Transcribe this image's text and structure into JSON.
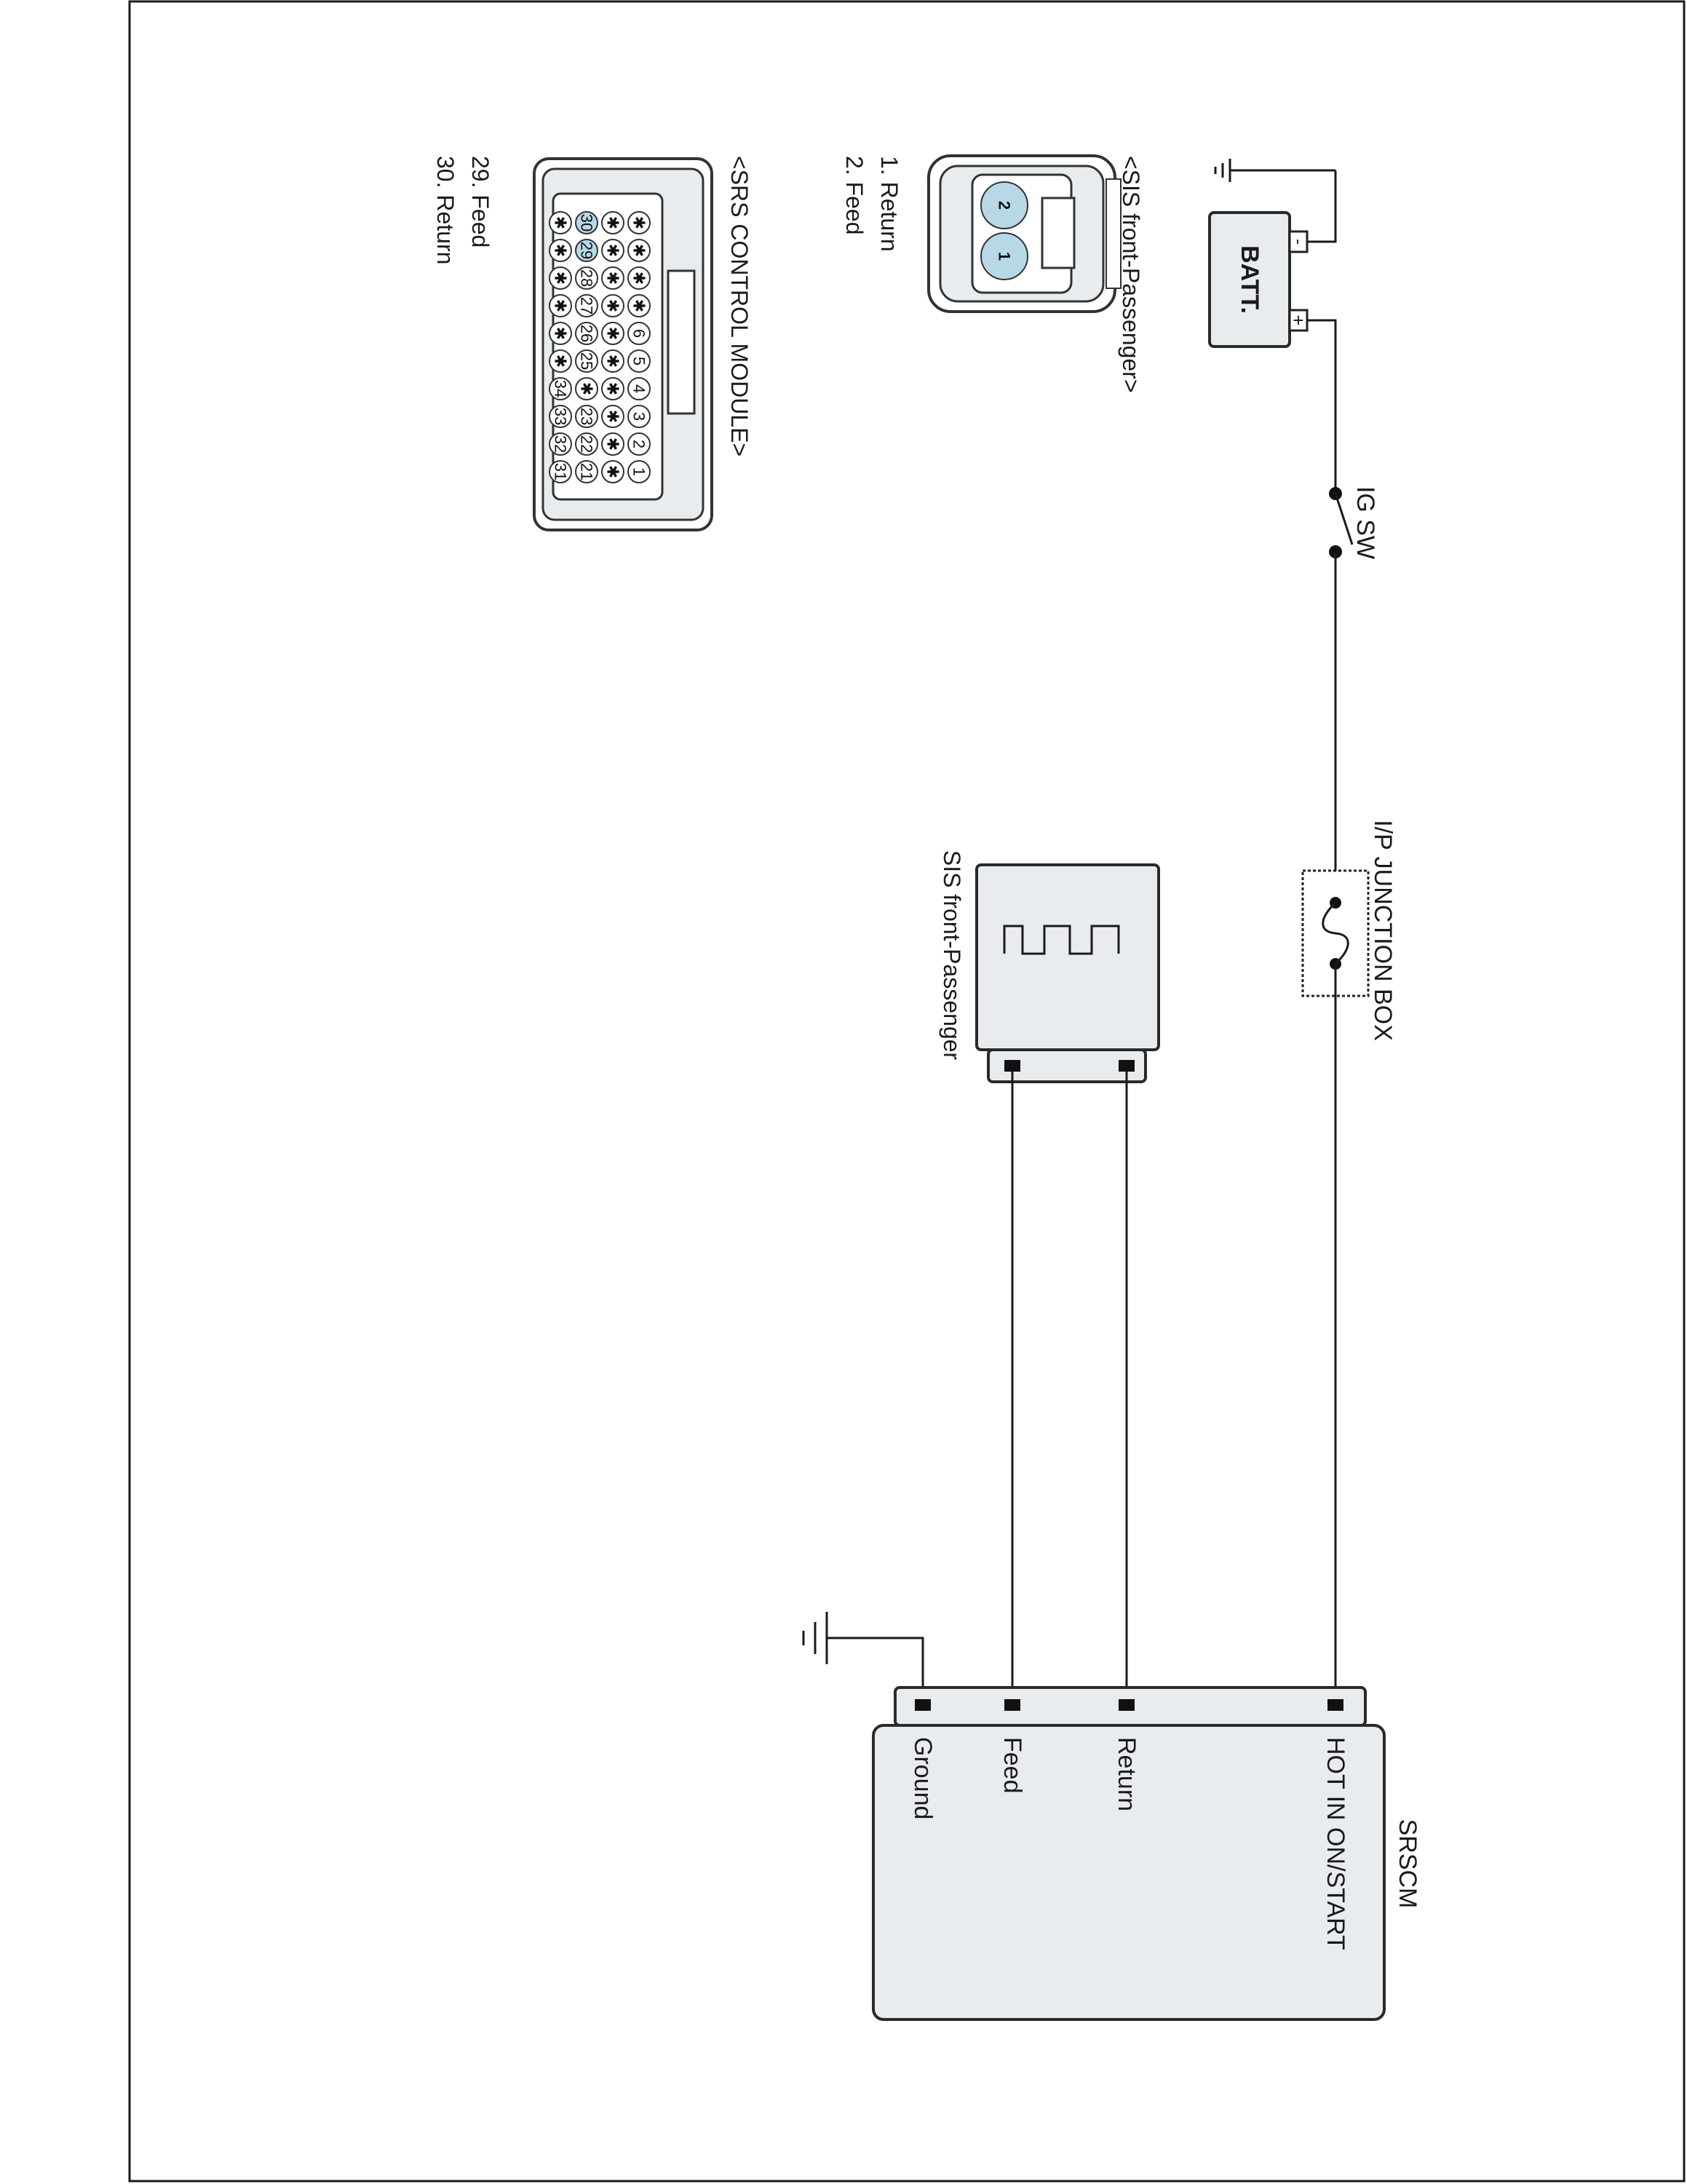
{
  "labels": {
    "batt": "BATT.",
    "batt_neg": "-",
    "batt_pos": "+",
    "ig_sw": "IG SW",
    "ip_junction_box": "I/P JUNCTION BOX",
    "sis_component": "SIS front-Passenger",
    "srscm_title": "SRSCM",
    "srscm_pins": [
      "HOT IN ON/START",
      "Return",
      "Feed",
      "Ground"
    ]
  },
  "connectors": {
    "sis": {
      "title": "<SIS front-Passenger>",
      "pins": [
        "1. Return",
        "2. Feed"
      ],
      "cavities": [
        "1",
        "2"
      ]
    },
    "srs": {
      "title": "<SRS CONTROL MODULE>",
      "pins": [
        "29. Feed",
        "30. Return"
      ],
      "highlighted_cavities": [
        "29",
        "30"
      ]
    }
  },
  "colors": {
    "component_fill": "#e8ecee",
    "highlight_cavity": "#b8d8e8"
  }
}
